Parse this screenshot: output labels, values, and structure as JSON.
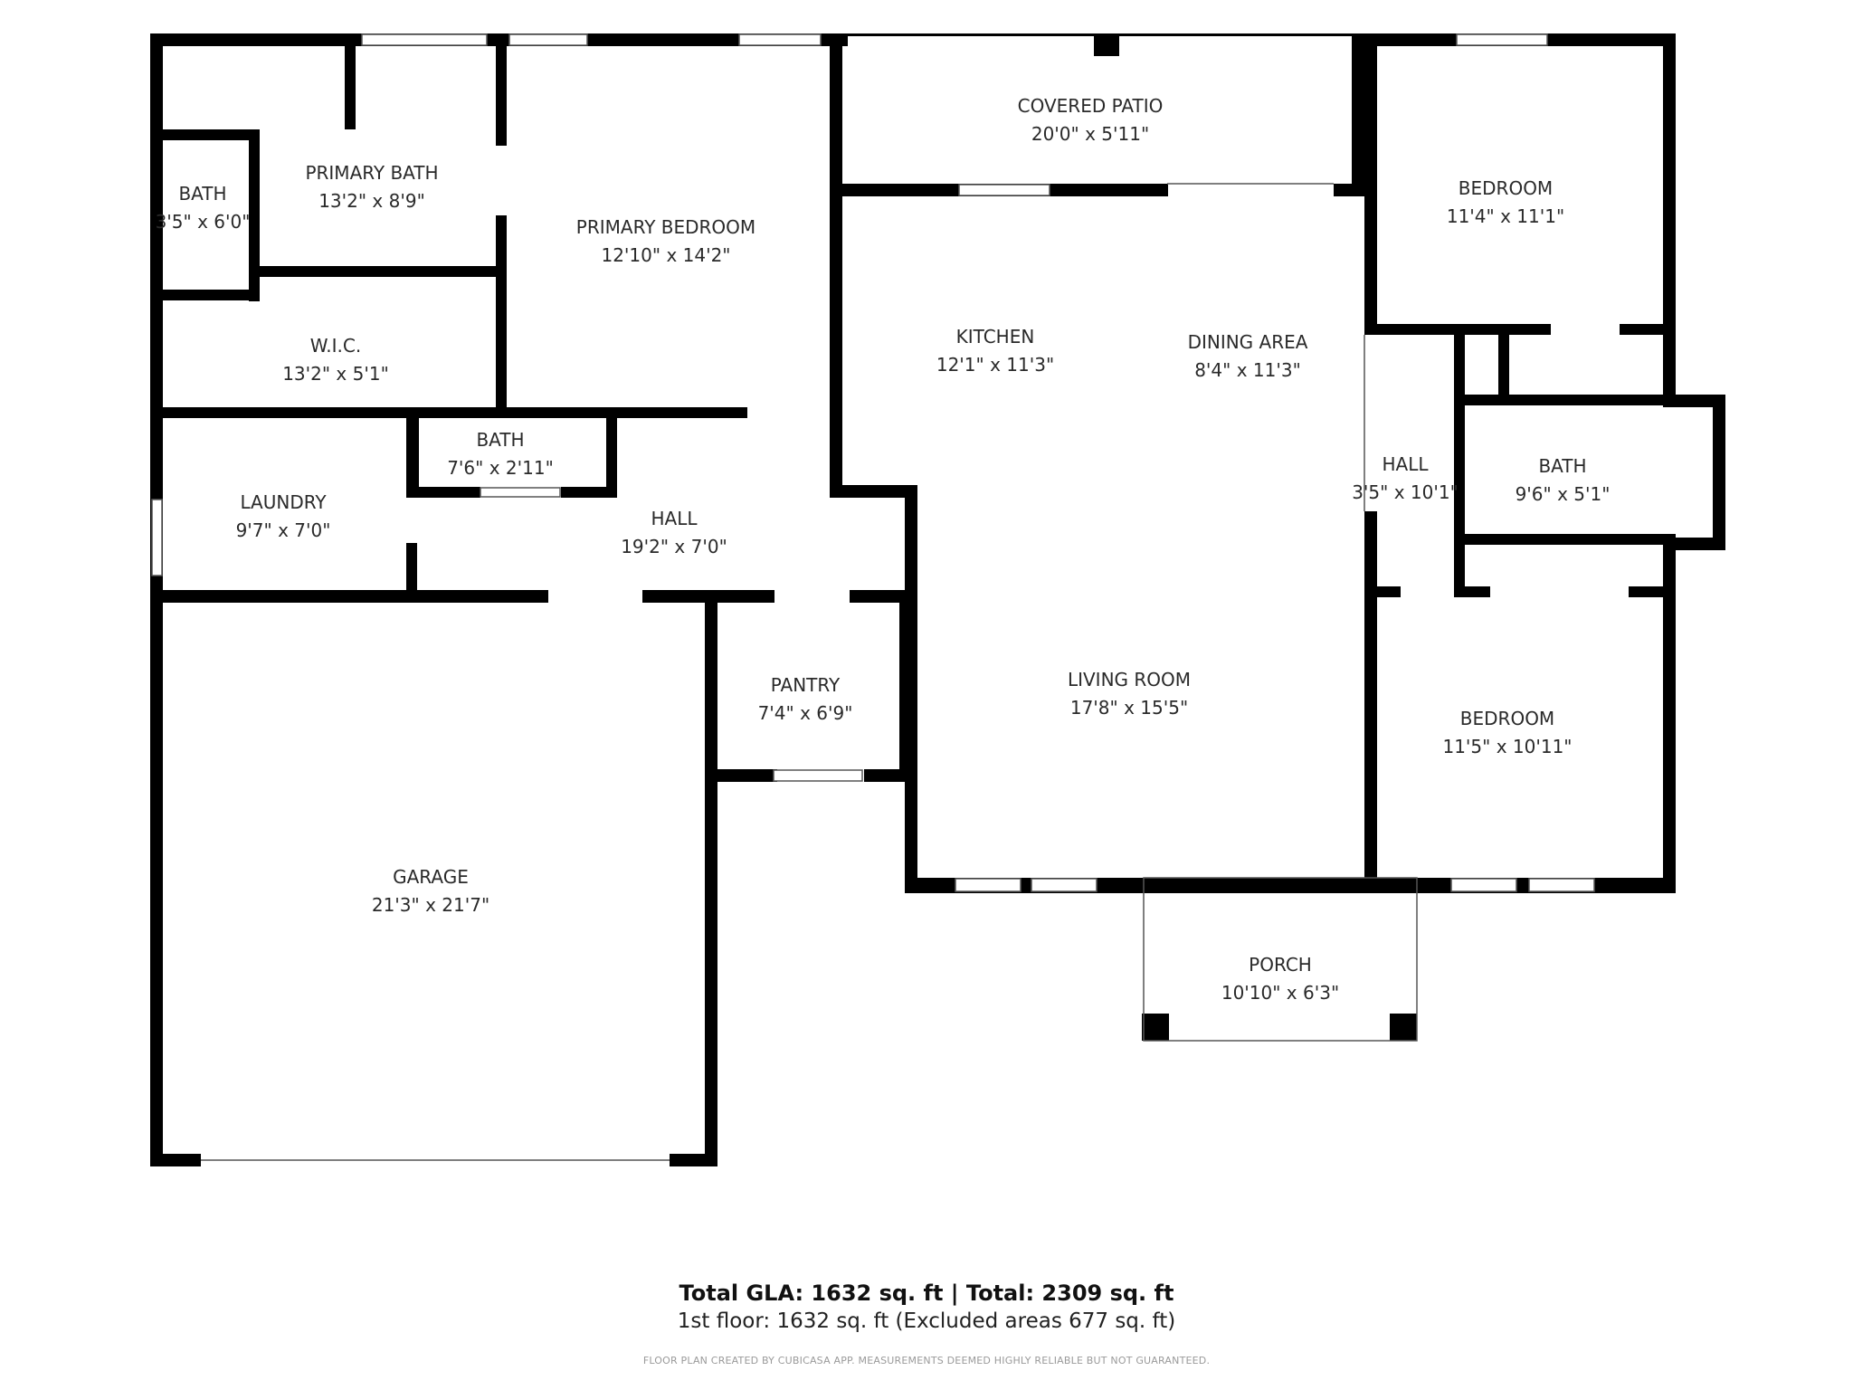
{
  "rooms": {
    "covered_patio": {
      "name": "COVERED PATIO",
      "dim": "20'0\" x 5'11\""
    },
    "primary_bath": {
      "name": "PRIMARY BATH",
      "dim": "13'2\" x 8'9\""
    },
    "bath_small": {
      "name": "BATH",
      "dim": "3'5\" x 6'0\""
    },
    "primary_bedroom": {
      "name": "PRIMARY BEDROOM",
      "dim": "12'10\" x 14'2\""
    },
    "wic": {
      "name": "W.I.C.",
      "dim": "13'2\" x 5'1\""
    },
    "kitchen": {
      "name": "KITCHEN",
      "dim": "12'1\" x 11'3\""
    },
    "dining": {
      "name": "DINING AREA",
      "dim": "8'4\" x 11'3\""
    },
    "bedroom_top": {
      "name": "BEDROOM",
      "dim": "11'4\" x 11'1\""
    },
    "bath_hall": {
      "name": "BATH",
      "dim": "7'6\" x 2'11\""
    },
    "laundry": {
      "name": "LAUNDRY",
      "dim": "9'7\" x 7'0\""
    },
    "hall_main": {
      "name": "HALL",
      "dim": "19'2\" x 7'0\""
    },
    "hall_right": {
      "name": "HALL",
      "dim": "3'5\" x 10'1\""
    },
    "bath_right": {
      "name": "BATH",
      "dim": "9'6\" x 5'1\""
    },
    "pantry": {
      "name": "PANTRY",
      "dim": "7'4\" x 6'9\""
    },
    "living_room": {
      "name": "LIVING ROOM",
      "dim": "17'8\" x 15'5\""
    },
    "bedroom_bottom": {
      "name": "BEDROOM",
      "dim": "11'5\" x 10'11\""
    },
    "garage": {
      "name": "GARAGE",
      "dim": "21'3\" x 21'7\""
    },
    "porch": {
      "name": "PORCH",
      "dim": "10'10\" x 6'3\""
    }
  },
  "summary": {
    "totals": "Total GLA: 1632 sq. ft | Total: 2309 sq. ft",
    "floor": "1st floor: 1632 sq. ft (Excluded areas 677 sq. ft)",
    "disclaimer": "FLOOR PLAN CREATED BY CUBICASA APP. MEASUREMENTS DEEMED HIGHLY RELIABLE BUT NOT GUARANTEED."
  },
  "colors": {
    "wall": "#000000",
    "opening": "#ffffff",
    "window_frame": "#555555",
    "text": "#2a2a2a"
  }
}
